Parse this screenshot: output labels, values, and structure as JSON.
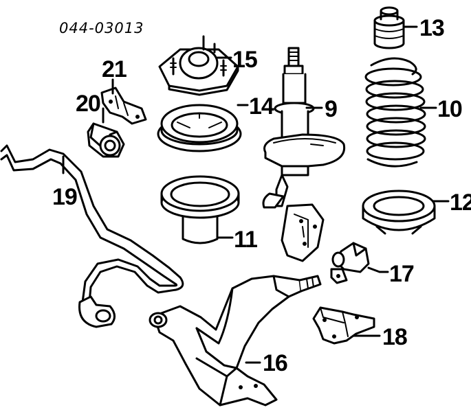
{
  "diagram_code": "044-03013",
  "labels": {
    "p9": "9",
    "p10": "10",
    "p11": "11",
    "p12": "12",
    "p13": "13",
    "p14": "14",
    "p15": "15",
    "p16": "16",
    "p17": "17",
    "p18": "18",
    "p19": "19",
    "p20": "20",
    "p21": "21"
  }
}
